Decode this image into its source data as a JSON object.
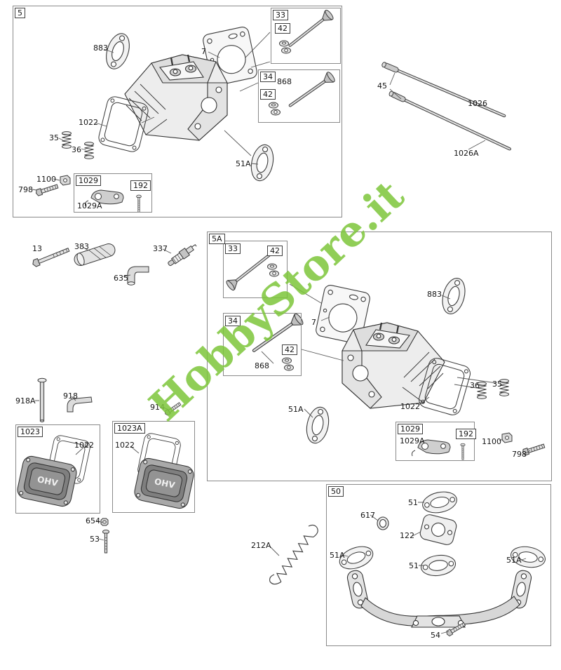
{
  "watermark": "HobbyStore.it",
  "cover_logo": "OHV",
  "group5": {
    "box_label": "5",
    "exhaust_port_gasket": "883",
    "head_gasket": "7",
    "valve_cover_gasket": "1022",
    "spring_35": "35",
    "spring_36": "36",
    "intake_gasket": "51A",
    "guide_1100": "1100",
    "screw_798": "798",
    "inset_valve_intake": {
      "box_label": "33",
      "seal": "42"
    },
    "inset_valve_exhaust": {
      "box_label": "34",
      "valve": "868",
      "seal": "42"
    },
    "inset_rocker": {
      "box_label": "1029",
      "alt_label": "1029A",
      "screw": "192"
    }
  },
  "group5a": {
    "box_label": "5A",
    "exhaust_port_gasket": "883",
    "head_gasket": "7",
    "valve_cover_gasket": "1022",
    "spring_35": "35",
    "spring_36": "36",
    "intake_gasket": "51A",
    "guide_1100": "1100",
    "screw_798": "798",
    "inset_valve_intake": {
      "box_label": "33",
      "seal": "42"
    },
    "inset_valve_exhaust": {
      "box_label": "34",
      "valve": "868",
      "seal": "42"
    },
    "inset_rocker": {
      "box_label": "1029",
      "alt_label": "1029A",
      "screw": "192"
    }
  },
  "pushrods": {
    "label_45": "45",
    "label_1026": "1026",
    "label_1026a": "1026A"
  },
  "loose_parts": {
    "screw_13": "13",
    "tube_383": "383",
    "spark_plug_337": "337",
    "boot_635": "635",
    "stud_918a": "918A",
    "tube_918": "918",
    "screw_914": "914",
    "nut_654": "654",
    "screw_53": "53",
    "spring_212a": "212A"
  },
  "group1023": {
    "box_label": "1023",
    "gasket": "1022"
  },
  "group1023a": {
    "box_label": "1023A",
    "gasket": "1022"
  },
  "group50": {
    "box_label": "50",
    "gasket_51_top": "51",
    "ring_617": "617",
    "port_gasket_122": "122",
    "gasket_51a_left": "51A",
    "gasket_51_mid": "51",
    "gasket_51a_right": "51A",
    "screw_54": "54"
  }
}
